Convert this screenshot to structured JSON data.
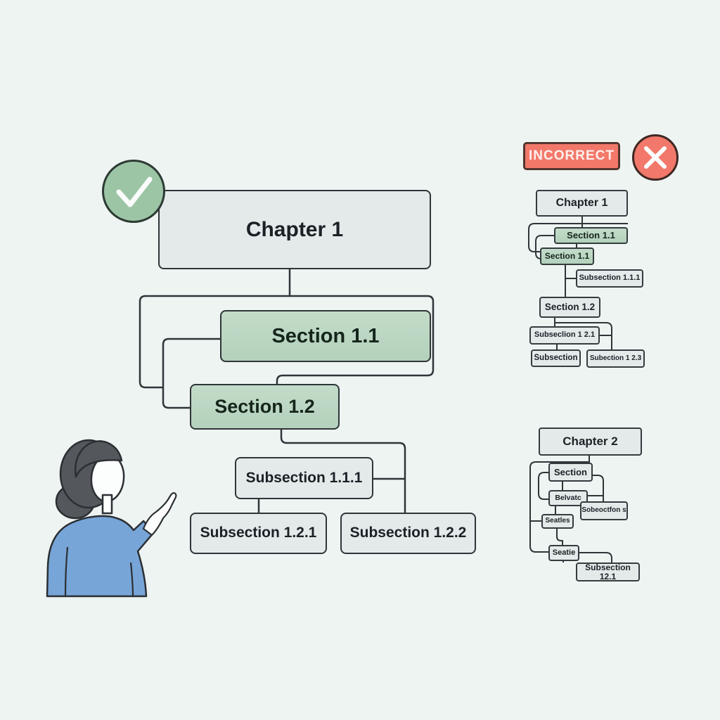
{
  "badge": {
    "label": "INCORRECT"
  },
  "icons": {
    "correct": "check-icon",
    "incorrect": "x-icon",
    "person": "pointing-woman-illustration"
  },
  "correct": {
    "nodes": {
      "chapter1": "Chapter 1",
      "section11": "Section 1.1",
      "section12": "Section 1.2",
      "subsection111": "Subsection 1.1.1",
      "subsection121": "Subsection 1.2.1",
      "subsection122": "Subsection 1.2.2"
    }
  },
  "incorrect1": {
    "nodes": {
      "chapter1": "Chapter 1",
      "section11_a": "Section 1.1",
      "section11_b": "Section 1.1",
      "subsection111": "Subsection 1.1.1",
      "section12": "Section 1.2",
      "subsection121": "Subseclion 1 2.1",
      "subsection": "Subsection",
      "subection123": "Subection 1 2.3"
    }
  },
  "incorrect2": {
    "nodes": {
      "chapter2": "Chapter 2",
      "section": "Section",
      "belvatc": "Belvatc",
      "sobeoctfon": "Sobeoctfon s",
      "seatles": "Seatles",
      "seatie": "Seatie",
      "subsection121": "Subsection 12.1"
    }
  },
  "colors": {
    "background": "#eef4f2",
    "box_gray": "#e4e9ea",
    "box_green": "#bcd8c3",
    "line": "#2f3538",
    "accent_green": "#9cc5a6",
    "accent_red": "#f1786a",
    "badge_red": "#f2796a",
    "text": "#1b2226",
    "person_blue": "#78a5d7",
    "person_hair": "#54585c"
  }
}
